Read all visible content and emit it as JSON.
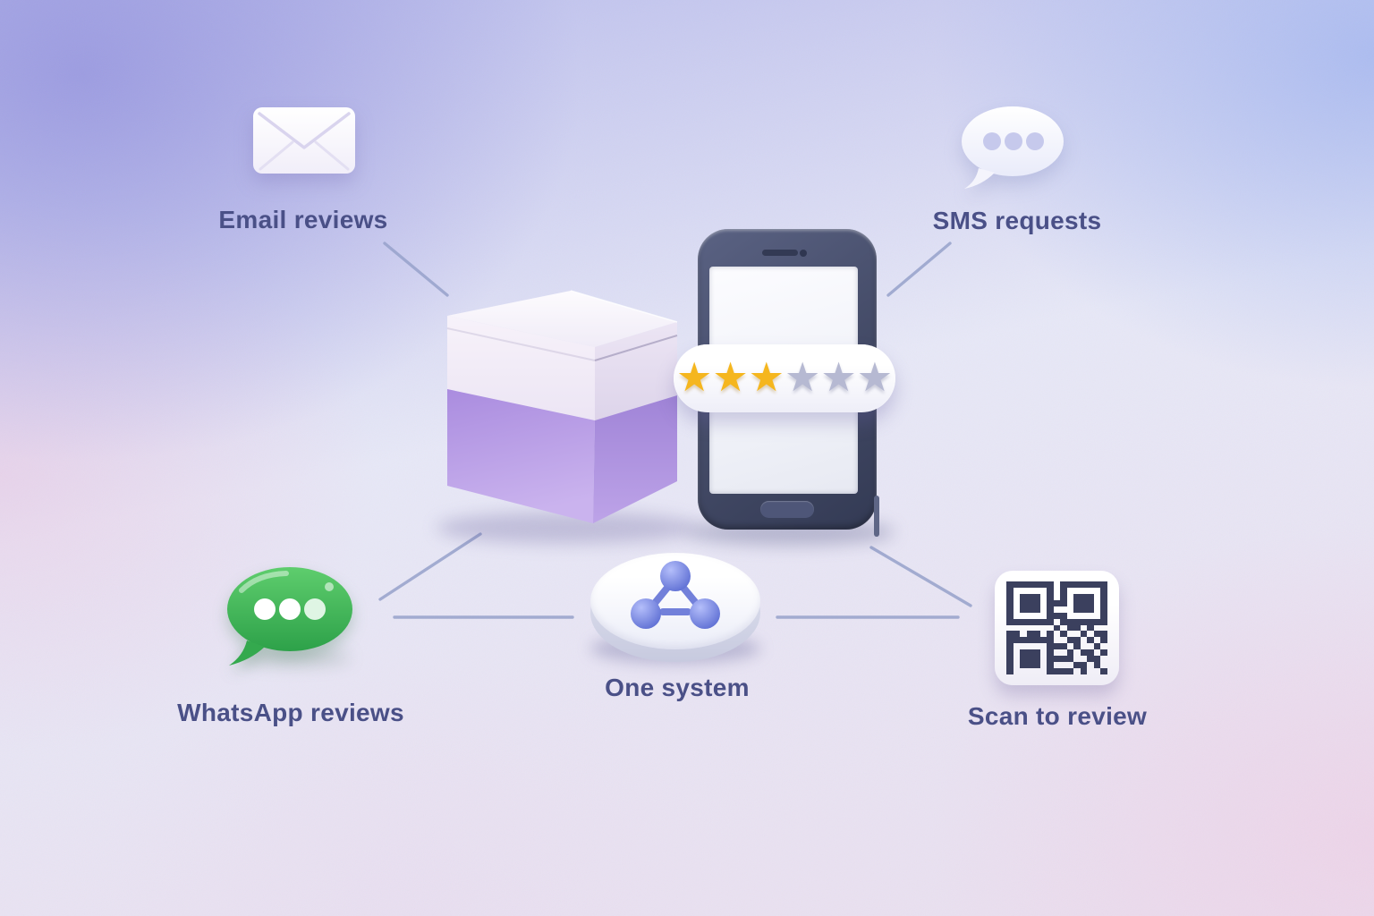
{
  "labels": {
    "email": "Email reviews",
    "sms": "SMS requests",
    "whatsapp": "WhatsApp reviews",
    "hub": "One system",
    "qr": "Scan to review"
  },
  "icons": {
    "email": "envelope-icon",
    "sms": "sms-bubble-icon",
    "whatsapp": "whatsapp-bubble-icon",
    "hub": "molecule-icon",
    "qr": "qr-code-icon",
    "center": [
      "purple-gift-box-3d",
      "smartphone-3d",
      "star-rating-pill"
    ]
  },
  "rating": {
    "stars_total": 6,
    "stars_filled": 3,
    "star_glyph": "★"
  },
  "colors": {
    "label_text": "#4a5087",
    "star_filled": "#f5b61e",
    "star_empty": "#b6b9d2",
    "connector": "#97a2cb",
    "qr_module": "#3b405e",
    "whatsapp_green": "#3cb554",
    "box_purple": "#b197e5",
    "phone_body": "#434a66"
  },
  "qr": {
    "matrix": [
      "111111101111111",
      "100000101000001",
      "101110101011101",
      "101110111011101",
      "101110100011101",
      "100000111000001",
      "111111101111111",
      "000000010110100",
      "110110101001011",
      "111111100110101",
      "100000111010010",
      "101110100101101",
      "101110111100110",
      "101110100011010",
      "100000111101001"
    ]
  }
}
